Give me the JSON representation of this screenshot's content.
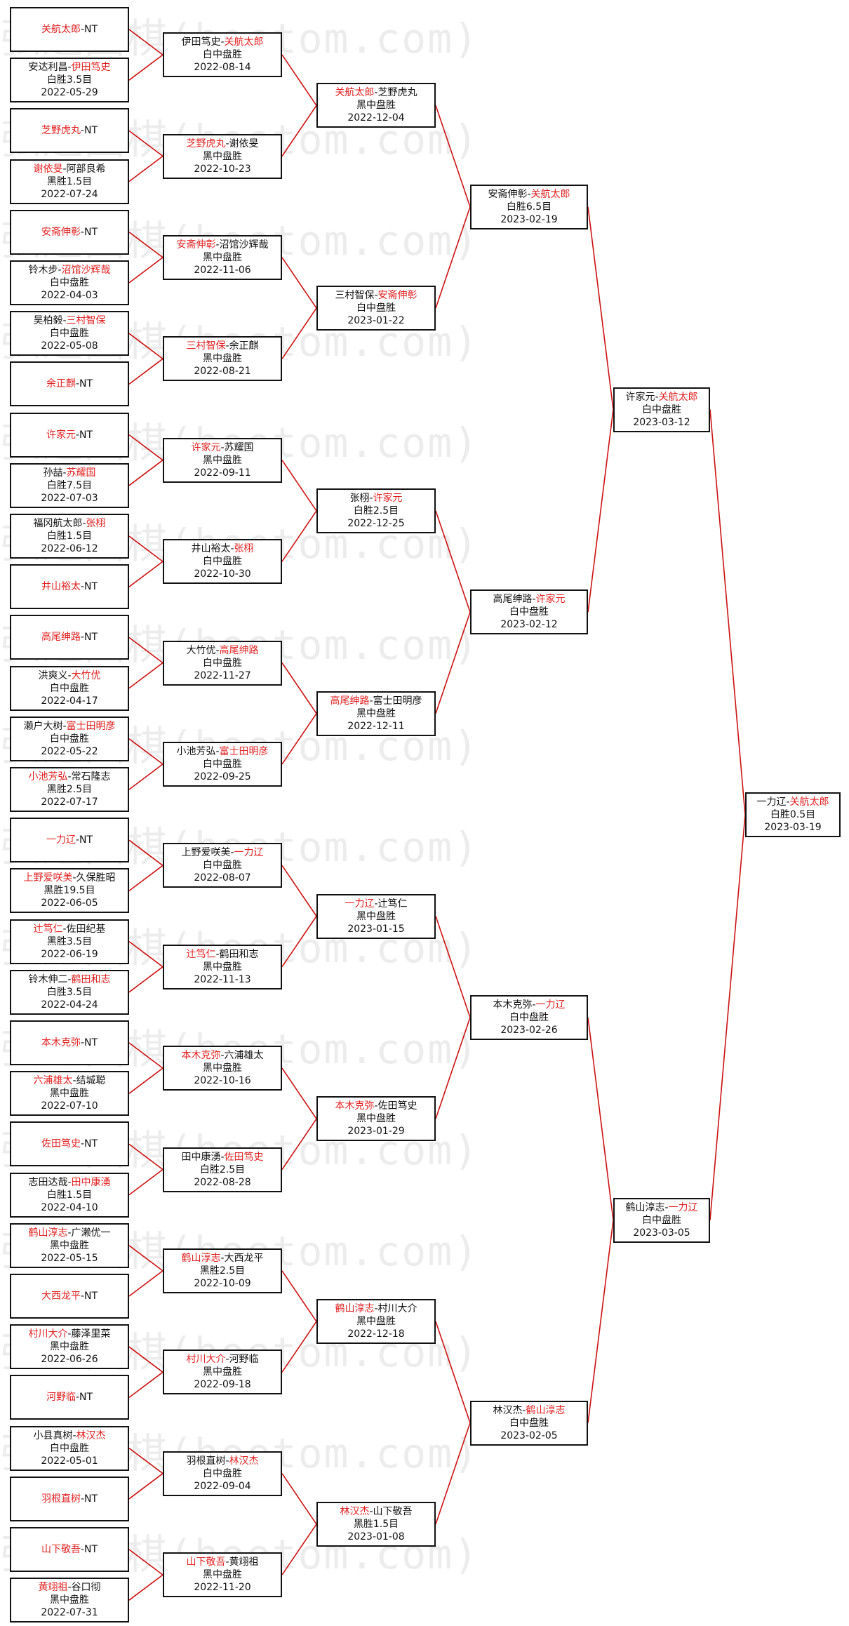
{
  "watermark": {
    "text": "弘通围棋(hoetom.com)"
  },
  "colors": {
    "line": "#cc1111",
    "winner": "#e02020",
    "text": "#111111"
  },
  "rounds": [
    {
      "name": "r1",
      "matches": [
        {
          "p1": "关航太郎",
          "p2": "NT",
          "winner": 1,
          "result": "",
          "date": ""
        },
        {
          "p1": "安达利昌",
          "p2": "伊田笃史",
          "winner": 2,
          "result": "白胜3.5目",
          "date": "2022-05-29"
        },
        {
          "p1": "芝野虎丸",
          "p2": "NT",
          "winner": 1,
          "result": "",
          "date": ""
        },
        {
          "p1": "谢依旻",
          "p2": "阿部良希",
          "winner": 1,
          "result": "黑胜1.5目",
          "date": "2022-07-24"
        },
        {
          "p1": "安斋伸彰",
          "p2": "NT",
          "winner": 1,
          "result": "",
          "date": ""
        },
        {
          "p1": "铃木步",
          "p2": "沼馆沙辉哉",
          "winner": 2,
          "result": "白中盘胜",
          "date": "2022-04-03"
        },
        {
          "p1": "吴柏毅",
          "p2": "三村智保",
          "winner": 2,
          "result": "白中盘胜",
          "date": "2022-05-08"
        },
        {
          "p1": "余正麒",
          "p2": "NT",
          "winner": 1,
          "result": "",
          "date": ""
        },
        {
          "p1": "许家元",
          "p2": "NT",
          "winner": 1,
          "result": "",
          "date": ""
        },
        {
          "p1": "孙喆",
          "p2": "苏耀国",
          "winner": 2,
          "result": "白胜7.5目",
          "date": "2022-07-03"
        },
        {
          "p1": "福冈航太郎",
          "p2": "张栩",
          "winner": 2,
          "result": "白胜1.5目",
          "date": "2022-06-12"
        },
        {
          "p1": "井山裕太",
          "p2": "NT",
          "winner": 1,
          "result": "",
          "date": ""
        },
        {
          "p1": "高尾绅路",
          "p2": "NT",
          "winner": 1,
          "result": "",
          "date": ""
        },
        {
          "p1": "洪爽义",
          "p2": "大竹优",
          "winner": 2,
          "result": "白中盘胜",
          "date": "2022-04-17"
        },
        {
          "p1": "濑户大树",
          "p2": "富士田明彦",
          "winner": 2,
          "result": "白中盘胜",
          "date": "2022-05-22"
        },
        {
          "p1": "小池芳弘",
          "p2": "常石隆志",
          "winner": 1,
          "result": "黑胜2.5目",
          "date": "2022-07-17"
        },
        {
          "p1": "一力辽",
          "p2": "NT",
          "winner": 1,
          "result": "",
          "date": ""
        },
        {
          "p1": "上野爱咲美",
          "p2": "久保胜昭",
          "winner": 1,
          "result": "黑胜19.5目",
          "date": "2022-06-05"
        },
        {
          "p1": "辻笃仁",
          "p2": "佐田纪基",
          "winner": 1,
          "result": "黑胜3.5目",
          "date": "2022-06-19"
        },
        {
          "p1": "铃木伸二",
          "p2": "鹤田和志",
          "winner": 2,
          "result": "白胜3.5目",
          "date": "2022-04-24"
        },
        {
          "p1": "本木克弥",
          "p2": "NT",
          "winner": 1,
          "result": "",
          "date": ""
        },
        {
          "p1": "六浦雄太",
          "p2": "结城聪",
          "winner": 1,
          "result": "黑中盘胜",
          "date": "2022-07-10"
        },
        {
          "p1": "佐田笃史",
          "p2": "NT",
          "winner": 1,
          "result": "",
          "date": ""
        },
        {
          "p1": "志田达哉",
          "p2": "田中康湧",
          "winner": 2,
          "result": "白胜1.5目",
          "date": "2022-04-10"
        },
        {
          "p1": "鹤山淳志",
          "p2": "广濑优一",
          "winner": 1,
          "result": "黑中盘胜",
          "date": "2022-05-15"
        },
        {
          "p1": "大西龙平",
          "p2": "NT",
          "winner": 1,
          "result": "",
          "date": ""
        },
        {
          "p1": "村川大介",
          "p2": "藤泽里菜",
          "winner": 1,
          "result": "黑中盘胜",
          "date": "2022-06-26"
        },
        {
          "p1": "河野临",
          "p2": "NT",
          "winner": 1,
          "result": "",
          "date": ""
        },
        {
          "p1": "小县真树",
          "p2": "林汉杰",
          "winner": 2,
          "result": "白中盘胜",
          "date": "2022-05-01"
        },
        {
          "p1": "羽根直树",
          "p2": "NT",
          "winner": 1,
          "result": "",
          "date": ""
        },
        {
          "p1": "山下敬吾",
          "p2": "NT",
          "winner": 1,
          "result": "",
          "date": ""
        },
        {
          "p1": "黄翊祖",
          "p2": "谷口彻",
          "winner": 1,
          "result": "黑中盘胜",
          "date": "2022-07-31"
        }
      ]
    },
    {
      "name": "r2",
      "matches": [
        {
          "p1": "伊田笃史",
          "p2": "关航太郎",
          "winner": 2,
          "result": "白中盘胜",
          "date": "2022-08-14"
        },
        {
          "p1": "芝野虎丸",
          "p2": "谢依旻",
          "winner": 1,
          "result": "黑中盘胜",
          "date": "2022-10-23"
        },
        {
          "p1": "安斋伸彰",
          "p2": "沼馆沙辉哉",
          "winner": 1,
          "result": "黑中盘胜",
          "date": "2022-11-06"
        },
        {
          "p1": "三村智保",
          "p2": "余正麒",
          "winner": 1,
          "result": "黑中盘胜",
          "date": "2022-08-21"
        },
        {
          "p1": "许家元",
          "p2": "苏耀国",
          "winner": 1,
          "result": "黑中盘胜",
          "date": "2022-09-11"
        },
        {
          "p1": "井山裕太",
          "p2": "张栩",
          "winner": 2,
          "result": "白中盘胜",
          "date": "2022-10-30"
        },
        {
          "p1": "大竹优",
          "p2": "高尾绅路",
          "winner": 2,
          "result": "白中盘胜",
          "date": "2022-11-27"
        },
        {
          "p1": "小池芳弘",
          "p2": "富士田明彦",
          "winner": 2,
          "result": "白中盘胜",
          "date": "2022-09-25"
        },
        {
          "p1": "上野爱咲美",
          "p2": "一力辽",
          "winner": 2,
          "result": "白中盘胜",
          "date": "2022-08-07"
        },
        {
          "p1": "辻笃仁",
          "p2": "鹤田和志",
          "winner": 1,
          "result": "黑中盘胜",
          "date": "2022-11-13"
        },
        {
          "p1": "本木克弥",
          "p2": "六浦雄太",
          "winner": 1,
          "result": "黑中盘胜",
          "date": "2022-10-16"
        },
        {
          "p1": "田中康湧",
          "p2": "佐田笃史",
          "winner": 2,
          "result": "白胜2.5目",
          "date": "2022-08-28"
        },
        {
          "p1": "鹤山淳志",
          "p2": "大西龙平",
          "winner": 1,
          "result": "黑胜2.5目",
          "date": "2022-10-09"
        },
        {
          "p1": "村川大介",
          "p2": "河野临",
          "winner": 1,
          "result": "黑中盘胜",
          "date": "2022-09-18"
        },
        {
          "p1": "羽根直树",
          "p2": "林汉杰",
          "winner": 2,
          "result": "白中盘胜",
          "date": "2022-09-04"
        },
        {
          "p1": "山下敬吾",
          "p2": "黄翊祖",
          "winner": 1,
          "result": "黑中盘胜",
          "date": "2022-11-20"
        }
      ]
    },
    {
      "name": "r3",
      "matches": [
        {
          "p1": "关航太郎",
          "p2": "芝野虎丸",
          "winner": 1,
          "result": "黑中盘胜",
          "date": "2022-12-04"
        },
        {
          "p1": "三村智保",
          "p2": "安斋伸彰",
          "winner": 2,
          "result": "白中盘胜",
          "date": "2023-01-22"
        },
        {
          "p1": "张栩",
          "p2": "许家元",
          "winner": 2,
          "result": "白胜2.5目",
          "date": "2022-12-25"
        },
        {
          "p1": "高尾绅路",
          "p2": "富士田明彦",
          "winner": 1,
          "result": "黑中盘胜",
          "date": "2022-12-11"
        },
        {
          "p1": "一力辽",
          "p2": "辻笃仁",
          "winner": 1,
          "result": "黑中盘胜",
          "date": "2023-01-15"
        },
        {
          "p1": "本木克弥",
          "p2": "佐田笃史",
          "winner": 1,
          "result": "黑中盘胜",
          "date": "2023-01-29"
        },
        {
          "p1": "鹤山淳志",
          "p2": "村川大介",
          "winner": 1,
          "result": "黑中盘胜",
          "date": "2022-12-18"
        },
        {
          "p1": "林汉杰",
          "p2": "山下敬吾",
          "winner": 1,
          "result": "黑胜1.5目",
          "date": "2023-01-08"
        }
      ]
    },
    {
      "name": "r4",
      "matches": [
        {
          "p1": "安斋伸彰",
          "p2": "关航太郎",
          "winner": 2,
          "result": "白胜6.5目",
          "date": "2023-02-19"
        },
        {
          "p1": "高尾绅路",
          "p2": "许家元",
          "winner": 2,
          "result": "白中盘胜",
          "date": "2023-02-12"
        },
        {
          "p1": "本木克弥",
          "p2": "一力辽",
          "winner": 2,
          "result": "白中盘胜",
          "date": "2023-02-26"
        },
        {
          "p1": "林汉杰",
          "p2": "鹤山淳志",
          "winner": 2,
          "result": "白中盘胜",
          "date": "2023-02-05"
        }
      ]
    },
    {
      "name": "r5",
      "matches": [
        {
          "p1": "许家元",
          "p2": "关航太郎",
          "winner": 2,
          "result": "白中盘胜",
          "date": "2023-03-12"
        },
        {
          "p1": "鹤山淳志",
          "p2": "一力辽",
          "winner": 2,
          "result": "白中盘胜",
          "date": "2023-03-05"
        }
      ]
    },
    {
      "name": "final",
      "matches": [
        {
          "p1": "一力辽",
          "p2": "关航太郎",
          "winner": 2,
          "result": "白胜0.5目",
          "date": "2023-03-19"
        }
      ]
    }
  ]
}
